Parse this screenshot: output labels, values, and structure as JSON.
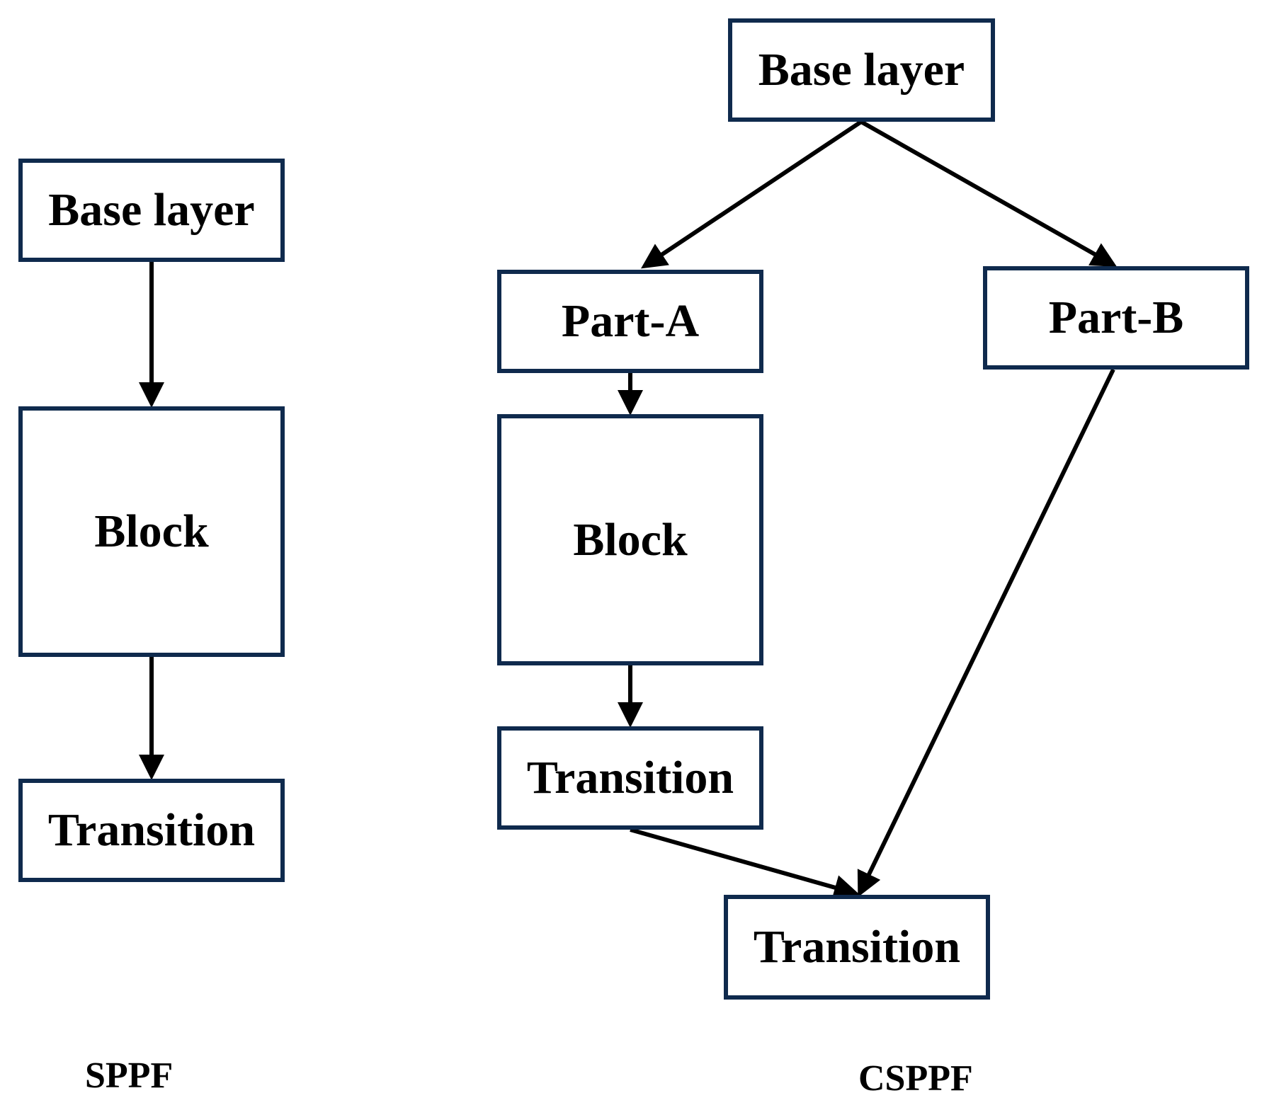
{
  "colors": {
    "box_border": "#0f2a4d",
    "arrow": "#000000",
    "text": "#000000",
    "background": "#ffffff"
  },
  "sppf": {
    "base_label": "Base layer",
    "block_label": "Block",
    "transition_label": "Transition",
    "caption": "SPPF"
  },
  "csppf": {
    "base_label": "Base layer",
    "part_a_label": "Part-A",
    "part_b_label": "Part-B",
    "block_label": "Block",
    "transition_a_label": "Transition",
    "transition_label": "Transition",
    "caption": "CSPPF"
  }
}
